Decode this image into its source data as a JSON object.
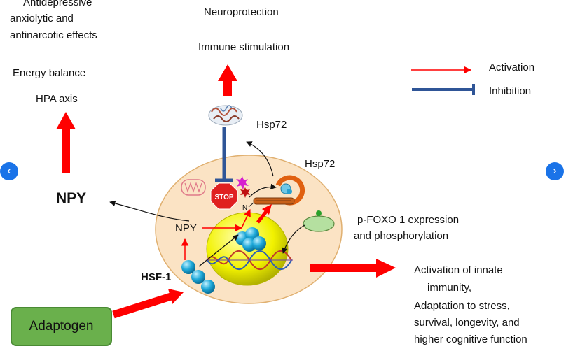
{
  "effects_top_left": {
    "line1": "Antidepressive",
    "line2": "anxiolytic and",
    "line3": "antinarcotic effects",
    "energy": "Energy balance",
    "hpa": "HPA axis"
  },
  "effects_top_center": {
    "neuro": "Neuroprotection",
    "immune": "Immune stimulation"
  },
  "legend": {
    "activation": "Activation",
    "inhibition": "Inhibition",
    "activation_color": "#ff0000",
    "inhibition_color": "#2f5597"
  },
  "cell_labels": {
    "hsp72_top": "Hsp72",
    "hsp72_right": "Hsp72",
    "npy_large": "NPY",
    "npy_inner": "NPY",
    "hsf1": "HSF-1",
    "stop": "STOP",
    "n_terminal": "N"
  },
  "foxo": {
    "line1": "p-FOXO 1 expression",
    "line2": "and phosphorylation"
  },
  "outcomes": {
    "line1": "Activation of innate",
    "line2": "immunity,",
    "line3": "Adaptation to stress,",
    "line4": "survival, longevity, and",
    "line5": "higher cognitive function"
  },
  "adaptogen": "Adaptogen",
  "nav": {
    "prev": "‹",
    "next": "›"
  },
  "colors": {
    "cell": "#fbe3c4",
    "nucleus": "#f2f200",
    "hsf1": "#1fa9d9",
    "adaptogen": "#6ab04c",
    "arrow": "#ff0000"
  }
}
